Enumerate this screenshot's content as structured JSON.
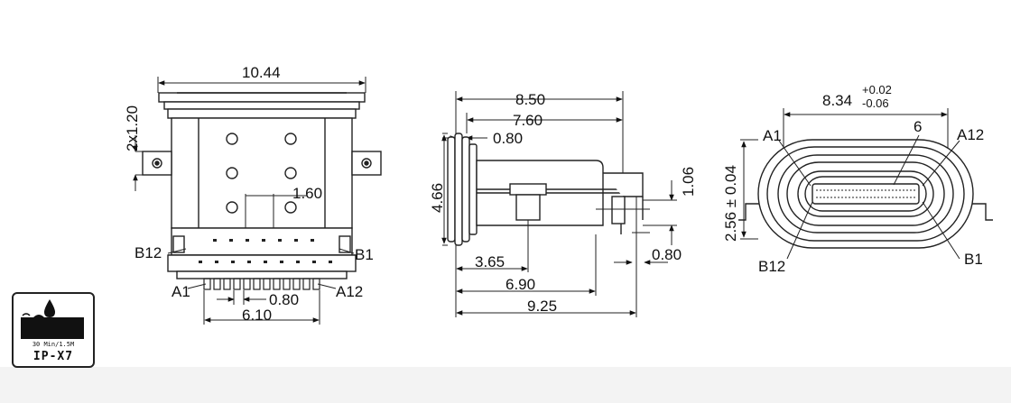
{
  "front_view": {
    "width_dim": "10.44",
    "flange_dim": "2x1.20",
    "pin_pitch_dim": "1.60",
    "pin_gap_dim": "0.80",
    "row_span_dim": "6.10",
    "pin_b12": "B12",
    "pin_b1": "B1",
    "pin_a1": "A1",
    "pin_a12": "A12"
  },
  "side_view": {
    "total_length": "8.50",
    "body_length": "7.60",
    "flange_thickness": "0.80",
    "height": "4.66",
    "height_right": "1.06",
    "pin_offset_bottom": "0.80",
    "dim_3_65": "3.65",
    "dim_6_90": "6.90",
    "dim_9_25": "9.25"
  },
  "end_view": {
    "width_main": "8.34",
    "tol_plus": "+0.02",
    "tol_minus": "-0.06",
    "tongue_dim": "6",
    "height_dim": "2.56 ± 0.04",
    "pin_a1": "A1",
    "pin_a12": "A12",
    "pin_b12": "B12",
    "pin_b1": "B1"
  },
  "ip_badge": {
    "spec_small": "30 Min/1.5M",
    "rating": "IP-X7"
  }
}
